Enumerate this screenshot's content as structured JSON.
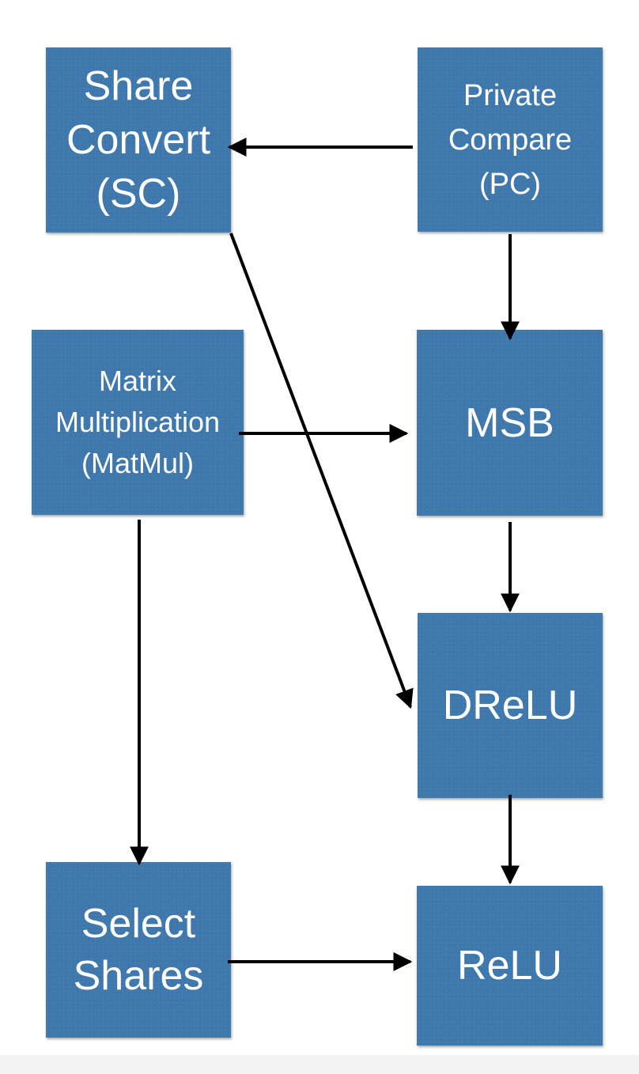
{
  "nodes": {
    "share_convert": "Share\nConvert\n(SC)",
    "private_compare": "Private\nCompare\n(PC)",
    "matrix_multiplication": "Matrix\nMultiplication\n(MatMul)",
    "msb": "MSB",
    "drelu": "DReLU",
    "select_shares": "Select\nShares",
    "relu": "ReLU"
  },
  "edges": [
    {
      "from": "private_compare",
      "to": "share_convert"
    },
    {
      "from": "private_compare",
      "to": "msb"
    },
    {
      "from": "matrix_multiplication",
      "to": "msb"
    },
    {
      "from": "share_convert",
      "to": "drelu"
    },
    {
      "from": "msb",
      "to": "drelu"
    },
    {
      "from": "matrix_multiplication",
      "to": "select_shares"
    },
    {
      "from": "drelu",
      "to": "relu"
    },
    {
      "from": "select_shares",
      "to": "relu"
    }
  ],
  "colors": {
    "node_fill": "#3f78ad",
    "node_text": "#ffffff",
    "edge": "#000000"
  }
}
